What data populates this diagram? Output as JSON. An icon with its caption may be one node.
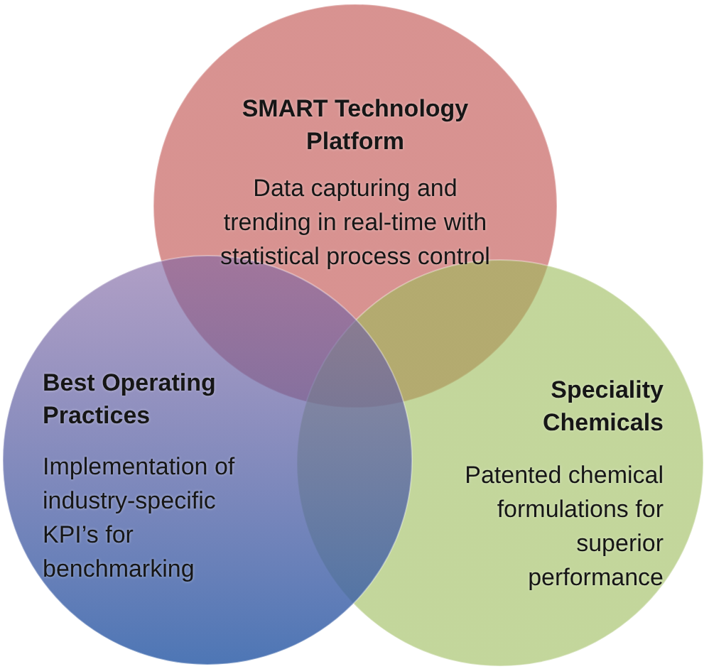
{
  "diagram": {
    "nodes": [
      {
        "text": [
          "SMART Technology Platform",
          "Data capturing and trending in real-time with statistical process control"
        ]
      },
      {
        "text": [
          "Best Operating Practices",
          "Implementation of industry-specific KPI’s for benchmarking"
        ]
      },
      {
        "text": [
          "Speciality Chemicals",
          "Patented chemical formulations for superior performance"
        ]
      }
    ]
  }
}
